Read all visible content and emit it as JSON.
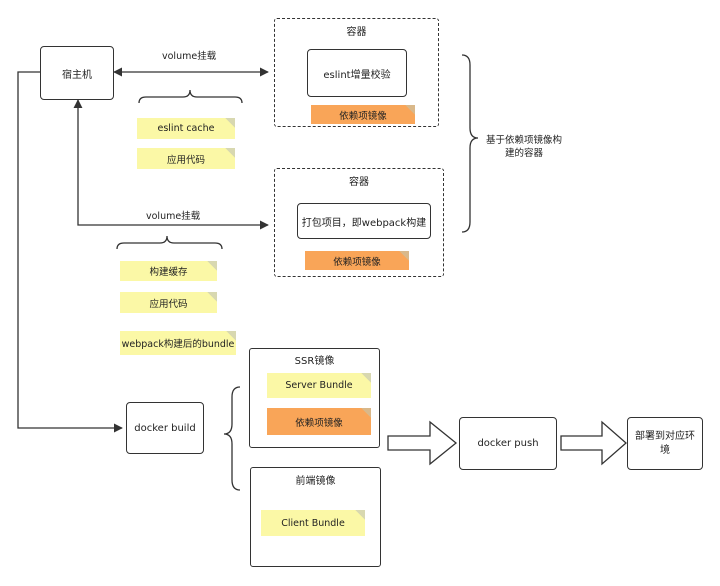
{
  "host": "宿主机",
  "volume_label_top": "volume挂载",
  "volume_label_bottom": "volume挂载",
  "container1": {
    "title": "容器",
    "task": "eslint增量校验",
    "image": "依赖项镜像"
  },
  "container2": {
    "title": "容器",
    "task": "打包项目，即webpack构建",
    "image": "依赖项镜像"
  },
  "brace_label": "基于依赖项镜像构建的容器",
  "volume_files_top": [
    "eslint cache",
    "应用代码"
  ],
  "volume_files_bottom": [
    "构建缓存",
    "应用代码",
    "webpack构建后的bundle"
  ],
  "docker_build": "docker build",
  "ssr": {
    "title": "SSR镜像",
    "items": [
      "Server Bundle",
      "依赖项镜像"
    ]
  },
  "frontend": {
    "title": "前端镜像",
    "items": [
      "Client Bundle"
    ]
  },
  "docker_push": "docker push",
  "deploy": "部署到对应环境",
  "colors": {
    "note_yellow": "#fbf8a6",
    "note_orange": "#f9a558",
    "line": "#333333"
  }
}
